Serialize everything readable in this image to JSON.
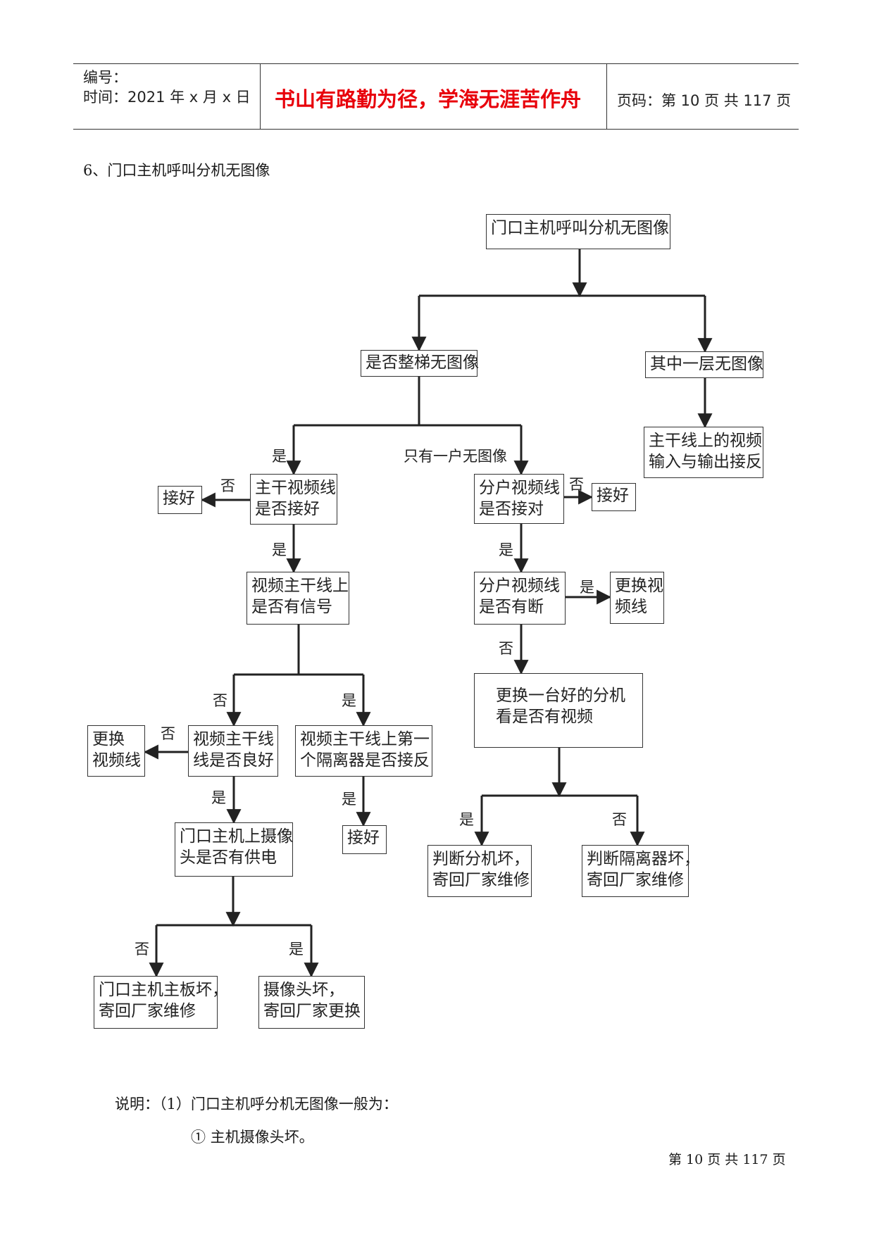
{
  "header": {
    "serial_label": "编号：",
    "time_text": "时间：2021 年 x 月 x 日",
    "motto": "书山有路勤为径，学海无涯苦作舟",
    "page_info": "页码：第 10 页  共 117 页"
  },
  "section_title": "6、门口主机呼叫分机无图像",
  "flowchart": {
    "nodes": {
      "root": "门口主机呼叫分机无图像",
      "whole": "是否整梯无图像",
      "one_floor": "其中一层无图像",
      "trunk_reverse": "主干线上的视频\n输入与输出接反",
      "trunk_connected": "主干视频线\n是否接好",
      "connect_left": "接好",
      "branch_connected": "分户视频线\n是否接对",
      "connect_right": "接好",
      "trunk_signal": "视频主干线上\n是否有信号",
      "branch_broken": "分户视频线\n是否有断",
      "replace_line_right": "更换视\n频线",
      "trunk_good": "视频主干线\n线是否良好",
      "isolator_reverse": "视频主干线上第一\n个隔离器是否接反",
      "replace_line_left": "更换\n视频线",
      "swap_unit": "更换一台好的分机\n看是否有视频",
      "camera_power": "门口主机上摄像\n头是否有供电",
      "connect_bottom": "接好",
      "unit_bad": "判断分机坏，\n寄回厂家维修",
      "isolator_bad": "判断隔离器坏，\n寄回厂家维修",
      "board_bad": "门口主机主板坏，\n寄回厂家维修",
      "camera_bad": "摄像头坏，\n寄回厂家更换"
    },
    "labels": {
      "yes_whole": "是",
      "only_one_unit": "只有一户无图像",
      "no_trunk_connect": "否",
      "yes_trunk_connect": "是",
      "no_branch_connect": "否",
      "yes_branch_connect": "是",
      "yes_branch_broken": "是",
      "no_branch_broken": "否",
      "no_signal": "否",
      "yes_signal": "是",
      "no_trunk_good": "否",
      "yes_trunk_good": "是",
      "yes_isolator": "是",
      "yes_swap": "是",
      "no_swap": "否",
      "no_power": "否",
      "yes_power": "是"
    }
  },
  "notes": {
    "intro": "说明：（1）门口主机呼分机无图像一般为：",
    "item1": "①  主机摄像头坏。"
  },
  "footer": "第 10 页 共 117 页"
}
